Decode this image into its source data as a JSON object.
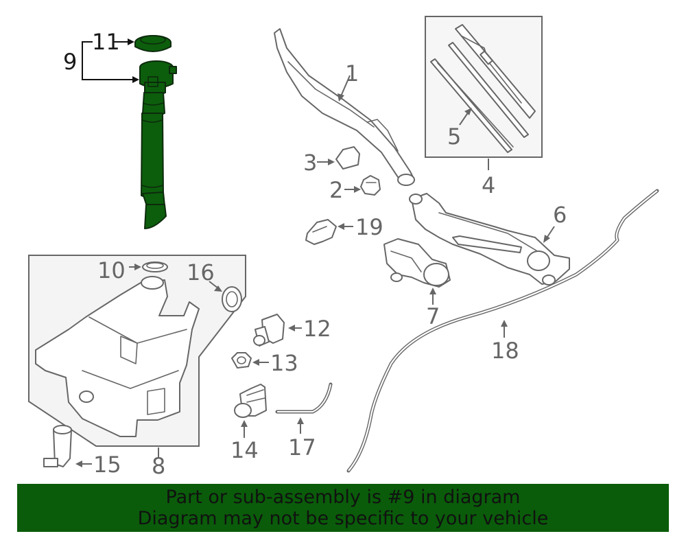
{
  "labels": {
    "p1": "1",
    "p2": "2",
    "p3": "3",
    "p4": "4",
    "p5": "5",
    "p6": "6",
    "p7": "7",
    "p8": "8",
    "p9": "9",
    "p10": "10",
    "p11": "11",
    "p12": "12",
    "p13": "13",
    "p14": "14",
    "p15": "15",
    "p16": "16",
    "p17": "17",
    "p18": "18",
    "p19": "19"
  },
  "highlight_color": "#0c5e0c",
  "banner": {
    "line1": "Part or sub-assembly is #9 in diagram",
    "line2": "Diagram may not be specific to your vehicle"
  }
}
